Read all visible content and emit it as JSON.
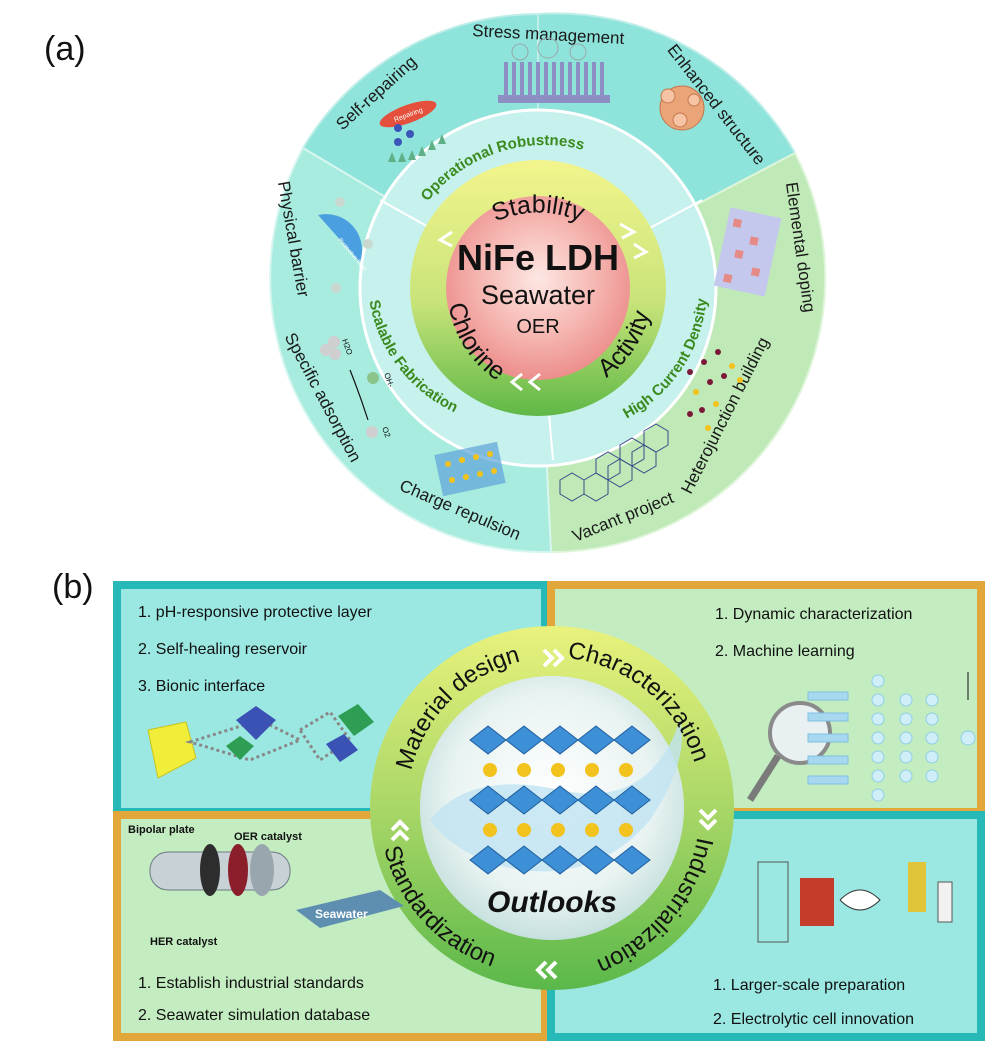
{
  "panel_a": {
    "label": "(a)",
    "center": {
      "title": "NiFe LDH",
      "subtitle": "Seawater",
      "sub2": "OER"
    },
    "ring": {
      "stability": "Stability",
      "activity": "Activity",
      "chlorine": "Chlorine"
    },
    "middle": {
      "robustness": "Operational Robustness",
      "current": "High Current Density",
      "fabrication": "Scalable Fabrication"
    },
    "outer": {
      "stress": "Stress management",
      "enhanced": "Enhanced structure",
      "self_repairing": "Self-repairing",
      "elemental": "Elemental doping",
      "heterojunction": "Heterojunction building",
      "vacant": "Vacant project",
      "physical": "Physical barrier",
      "specific": "Specific adsorption",
      "charge": "Charge repulsion"
    },
    "tiny": {
      "repairing": "Repairing",
      "protective": "Protective layer",
      "h2o": "H2O",
      "oh": "OH-",
      "o2": "O2"
    }
  },
  "panel_b": {
    "label": "(b)",
    "center_title": "Outlooks",
    "ring": {
      "material": "Material design",
      "characterization": "Characterization",
      "industrialization": "Industrialization",
      "standardization": "Standardization"
    },
    "tl_items": [
      "1. pH-responsive protective layer",
      "2. Self-healing reservoir",
      "3. Bionic interface"
    ],
    "tr_items": [
      "1. Dynamic characterization",
      "2. Machine learning"
    ],
    "bl_items": [
      "1. Establish industrial standards",
      "2. Seawater simulation database"
    ],
    "br_items": [
      "1. Larger-scale preparation",
      "2. Electrolytic cell innovation"
    ],
    "cell_labels": {
      "bipolar": "Bipolar plate",
      "oer": "OER catalyst",
      "her": "HER catalyst",
      "seawater": "Seawater"
    }
  },
  "colors": {
    "teal": "#2bbfbf",
    "gold": "#e0a63a",
    "outer_cyan": "#8ce5dd",
    "outer_green": "#bfe9b6",
    "ring_yellow": "#eef38a",
    "ring_green": "#7bc65a",
    "center_pink": "#f4a7a4"
  }
}
